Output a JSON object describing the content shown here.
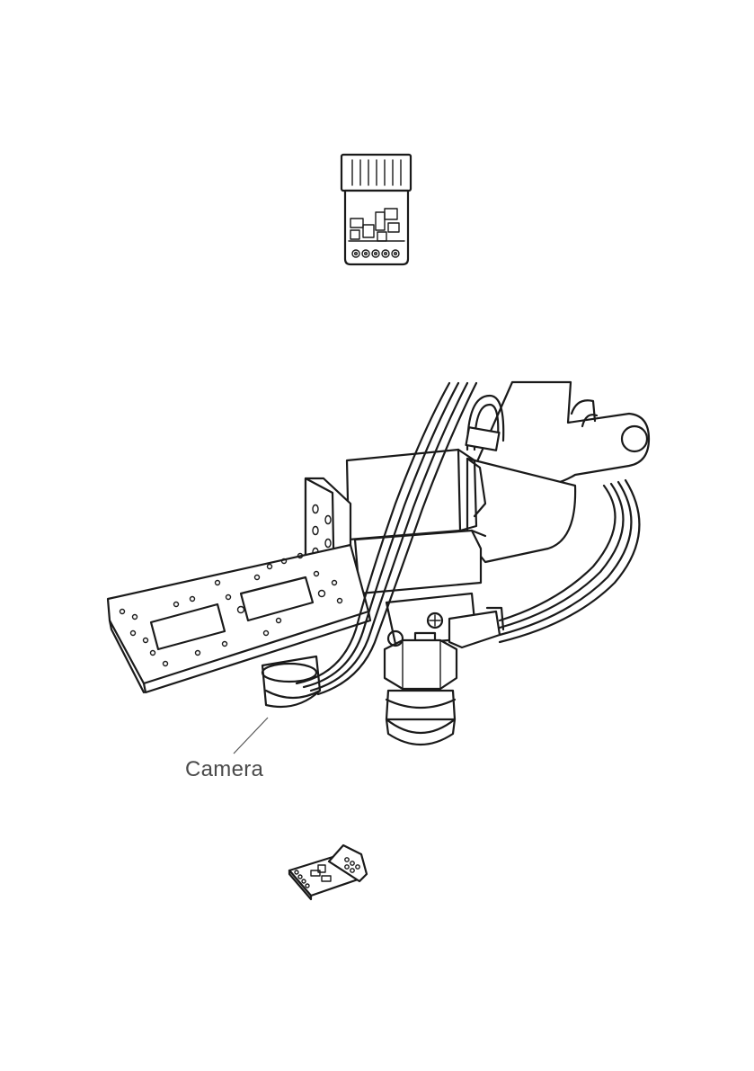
{
  "callout": {
    "label": "Camera"
  },
  "figure": {
    "components": [
      "camera-module",
      "camera-mount-bracket",
      "camera-module-small"
    ],
    "line_color": "#1a1a1a",
    "background": "#ffffff"
  }
}
